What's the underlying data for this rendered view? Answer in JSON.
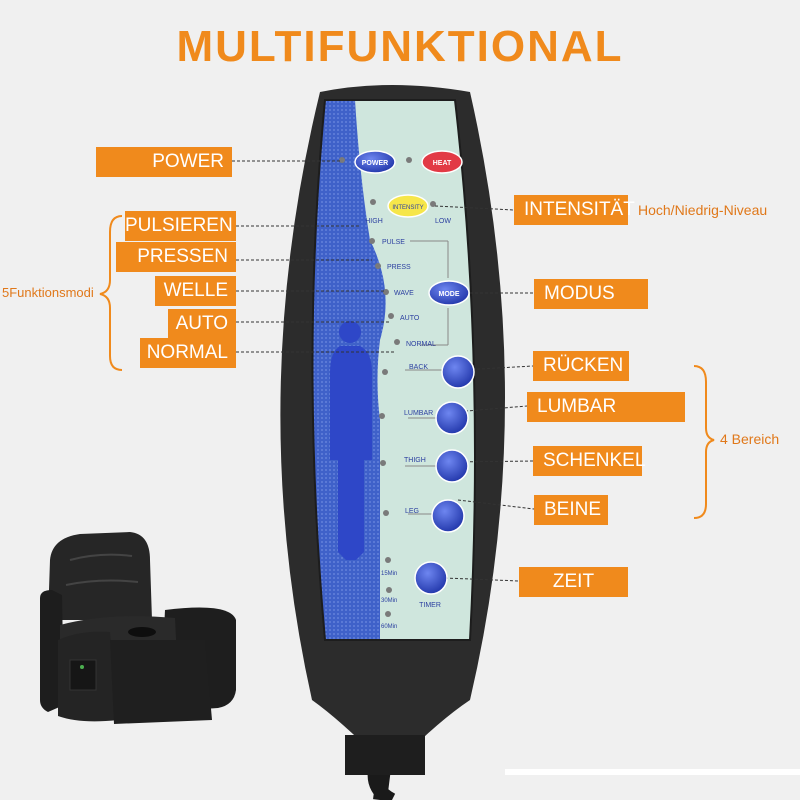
{
  "title": "MULTIFUNKTIONAL",
  "colors": {
    "accent": "#f08a1c",
    "remote_body": "#2c2c2c",
    "panel_blue": "#3d5bd0",
    "panel_mint": "#cfe6dd",
    "button_blue": "#2e47c8",
    "heat_red": "#e23a45",
    "intensity_yellow": "#f6e64a"
  },
  "callouts": {
    "power": "POWER",
    "pulsieren": "PULSIEREN",
    "pressen": "PRESSEN",
    "welle": "WELLE",
    "auto": "AUTO",
    "normal": "NORMAL",
    "intensitaet": "INTENSITÄT",
    "modus": "MODUS",
    "ruecken": "RÜCKEN",
    "lumbar": "LUMBAR",
    "schenkel": "SCHENKEL",
    "beine": "BEINE",
    "zeit": "ZEIT"
  },
  "notes": {
    "modes_group": "5Funktionsmodi",
    "intensity_levels": "Hoch/Niedrig-Niveau",
    "areas_group": "4 Bereich"
  },
  "remote": {
    "power_button": "POWER",
    "heat_button": "HEAT",
    "intensity_button": "INTENSITY",
    "high": "HIGH",
    "low": "LOW",
    "modes": [
      "PULSE",
      "PRESS",
      "WAVE",
      "AUTO",
      "NORMAL"
    ],
    "mode_button": "MODE",
    "areas": [
      "BACK",
      "LUMBAR",
      "THIGH",
      "LEG"
    ],
    "timer_options": [
      "15Min",
      "30Min",
      "60Min"
    ],
    "timer_button": "TIMER"
  },
  "icons": {
    "chair": "recliner-chair-photo",
    "body": "human-silhouette-icon"
  }
}
